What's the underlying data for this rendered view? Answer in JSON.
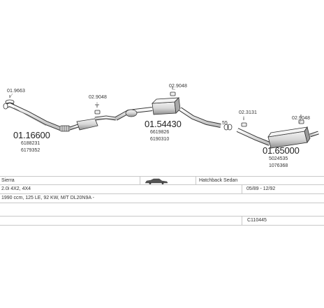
{
  "parts": {
    "clamp_front": "01.9663",
    "front_pipe_main": "01.16600",
    "front_pipe_ref1": "6188231",
    "front_pipe_ref2": "6179352",
    "mount_1": "02.9048",
    "mid_box_main": "01.54430",
    "mid_box_ref1": "6619826",
    "mid_box_ref2": "6190310",
    "mount_2": "02.9048",
    "clamp_mid": "55",
    "mount_3": "02.3131",
    "mount_rear": "02.9048",
    "rear_box_main": "01.65000",
    "rear_box_ref1": "5024535",
    "rear_box_ref2": "1076368"
  },
  "info": {
    "model": "Sierra",
    "body": "Hatchback Sedan",
    "engine": "2.0i 4X2, 4X4",
    "years": "05/89 - 12/92",
    "spec": "1990 ccm, 125 LE, 92 KW, M/T DL20N9A -",
    "code": "C110445"
  },
  "colors": {
    "line": "#333333",
    "fill": "#e8e8e8",
    "shade": "#9a9a9a"
  }
}
